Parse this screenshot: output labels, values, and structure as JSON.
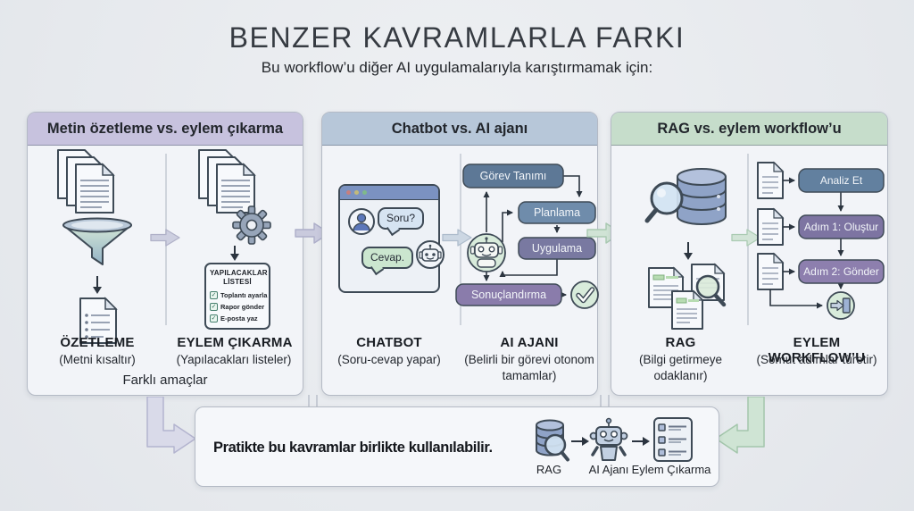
{
  "header": {
    "title": "BENZER KAVRAMLARLA FARKI",
    "subtitle": "Bu workflow’u diğer AI uygulamalarıyla karıştırmamak için:"
  },
  "panel1": {
    "header": "Metin özetleme vs. eylem çıkarma",
    "todo": {
      "title1": "YAPILACAKLAR",
      "title2": "LİSTESİ",
      "items": [
        "Toplantı ayarla",
        "Rapor gönder",
        "E-posta yaz"
      ]
    },
    "left": {
      "name": "ÖZETLEME",
      "desc": "(Metni kısaltır)"
    },
    "right": {
      "name": "EYLEM ÇIKARMA",
      "desc": "(Yapılacakları listeler)"
    },
    "footer": "Farklı amaçlar"
  },
  "panel2": {
    "header": "Chatbot vs. AI ajanı",
    "chat": {
      "question": "Soru?",
      "answer": "Cevap."
    },
    "flow": {
      "step1": "Görev Tanımı",
      "step2": "Planlama",
      "step3": "Uygulama",
      "step4": "Sonuçlandırma"
    },
    "left": {
      "name": "CHATBOT",
      "desc": "(Soru-cevap yapar)"
    },
    "right": {
      "name": "AI AJANI",
      "desc": "(Belirli bir görevi otonom tamamlar)"
    }
  },
  "panel3": {
    "header": "RAG vs. eylem workflow’u",
    "flow": {
      "step1": "Analiz Et",
      "step2": "Adım 1: Oluştur",
      "step3": "Adım 2: Gönder"
    },
    "left": {
      "name": "RAG",
      "desc": "(Bilgi getirmeye odaklanır)"
    },
    "right": {
      "name": "EYLEM WORKFLOW’U",
      "desc": "(Somut adımlar türetir)"
    }
  },
  "bottom": {
    "text": "Pratikte bu kavramlar birlikte kullanılabilir.",
    "labels": [
      "RAG",
      "AI Ajanı",
      "Eylem Çıkarma"
    ]
  },
  "colors": {
    "panel1_header": "#c7c2de",
    "panel2_header": "#b7c7d9",
    "panel3_header": "#c6ddcb",
    "flow_blue_dark": "#5d7896",
    "flow_blue": "#6f8cab",
    "flow_purple": "#7979a1",
    "flow_purple_light": "#8a7cab",
    "success_green": "#d8ebdb"
  }
}
